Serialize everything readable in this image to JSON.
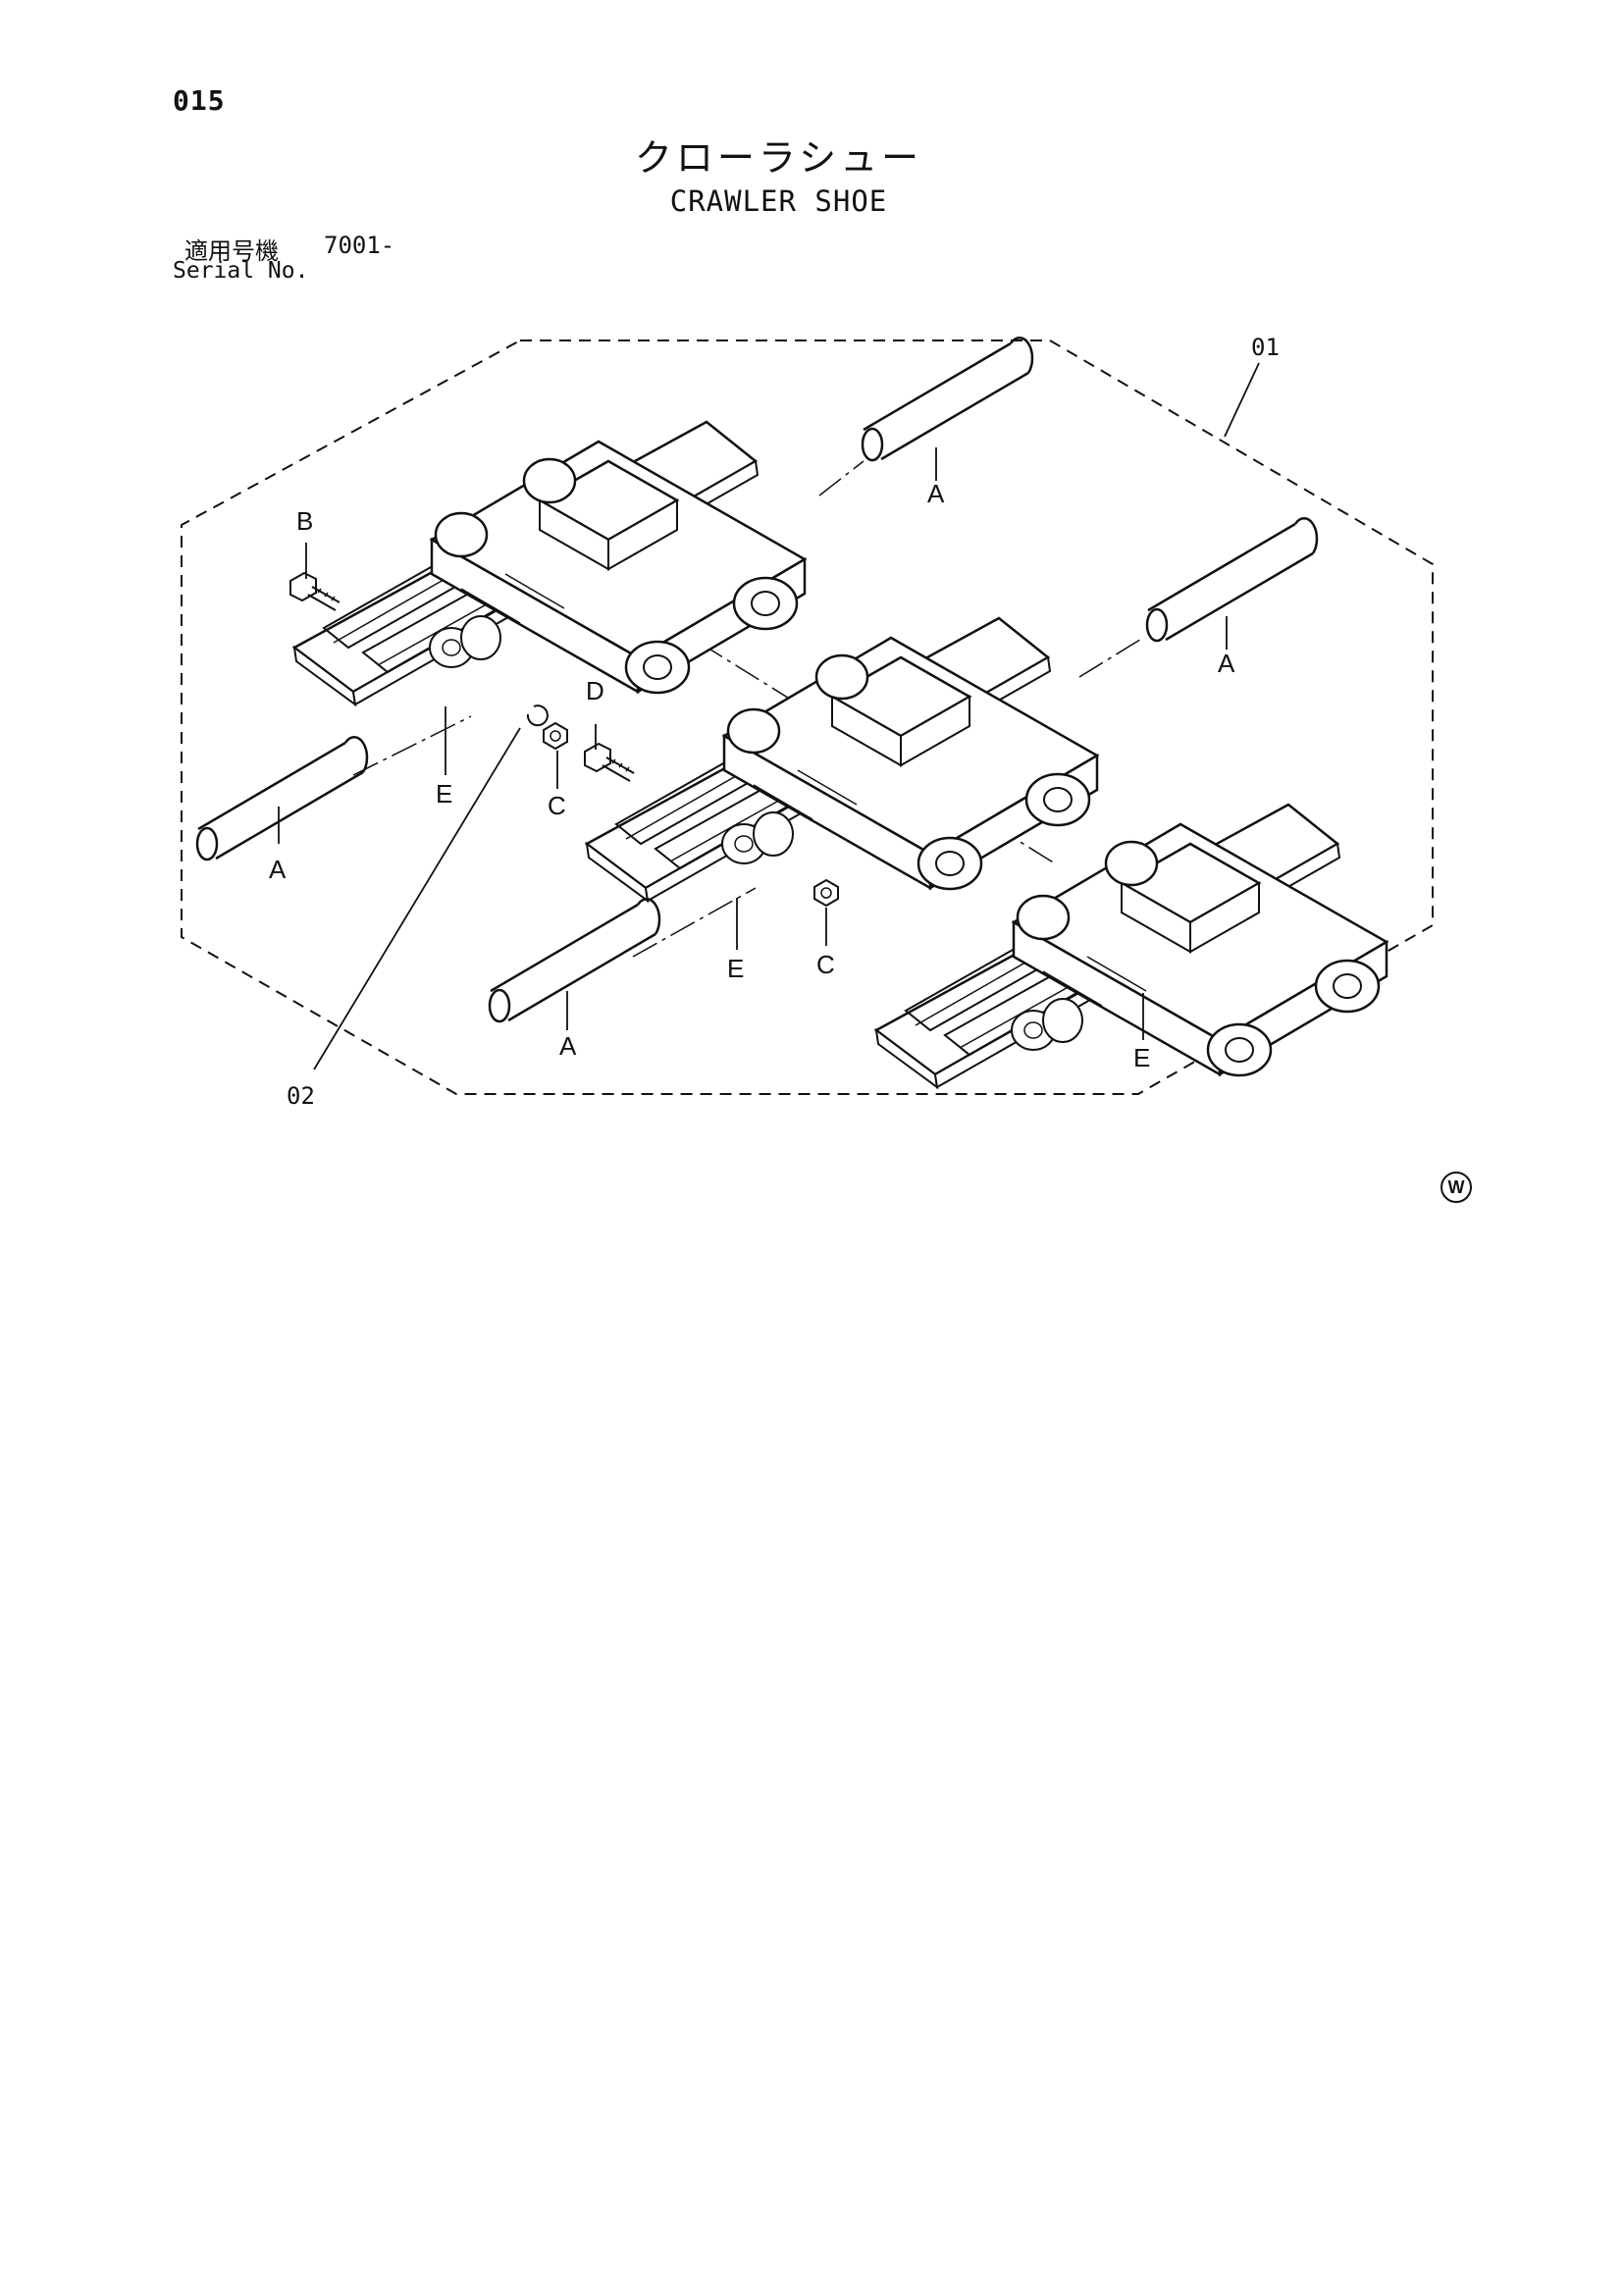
{
  "page_number": "015",
  "title_jp": "クローラシュー",
  "title_en": "CRAWLER SHOE",
  "serial_label_jp": "適用号機",
  "serial_range": "7001-",
  "serial_label_en": "Serial No.",
  "callouts": {
    "c01": "01",
    "c02": "02",
    "A1": "A",
    "A2": "A",
    "A3": "A",
    "A4": "A",
    "B": "B",
    "C1": "C",
    "C2": "C",
    "D": "D",
    "E1": "E",
    "E2": "E",
    "E3": "E"
  },
  "watermark": "W"
}
